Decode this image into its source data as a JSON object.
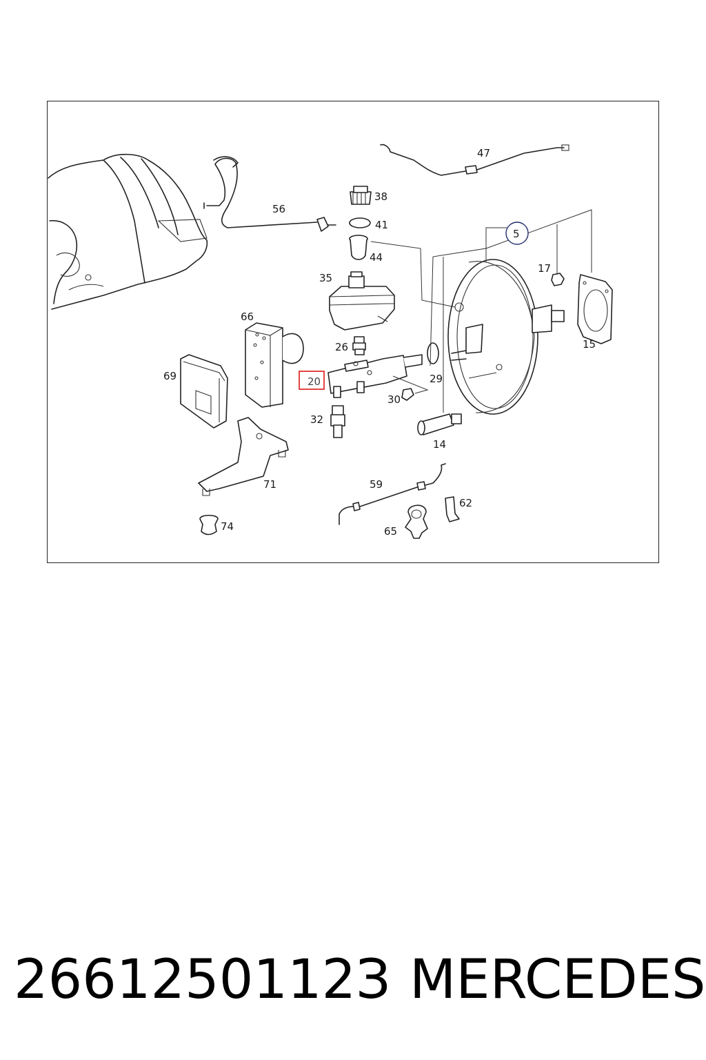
{
  "diagram": {
    "labels": {
      "p47": "47",
      "p38": "38",
      "p56": "56",
      "p41": "41",
      "p5": "5",
      "p44": "44",
      "p17": "17",
      "p35": "35",
      "p66": "66",
      "p26": "26",
      "p15": "15",
      "p69": "69",
      "p20": "20",
      "p29": "29",
      "p30": "30",
      "p32": "32",
      "p14": "14",
      "p71": "71",
      "p59": "59",
      "p62": "62",
      "p74": "74",
      "p65": "65"
    },
    "highlight_color": "#e03030"
  },
  "footer": {
    "part_number": "2661250112З",
    "brand": "MERCEDES"
  }
}
